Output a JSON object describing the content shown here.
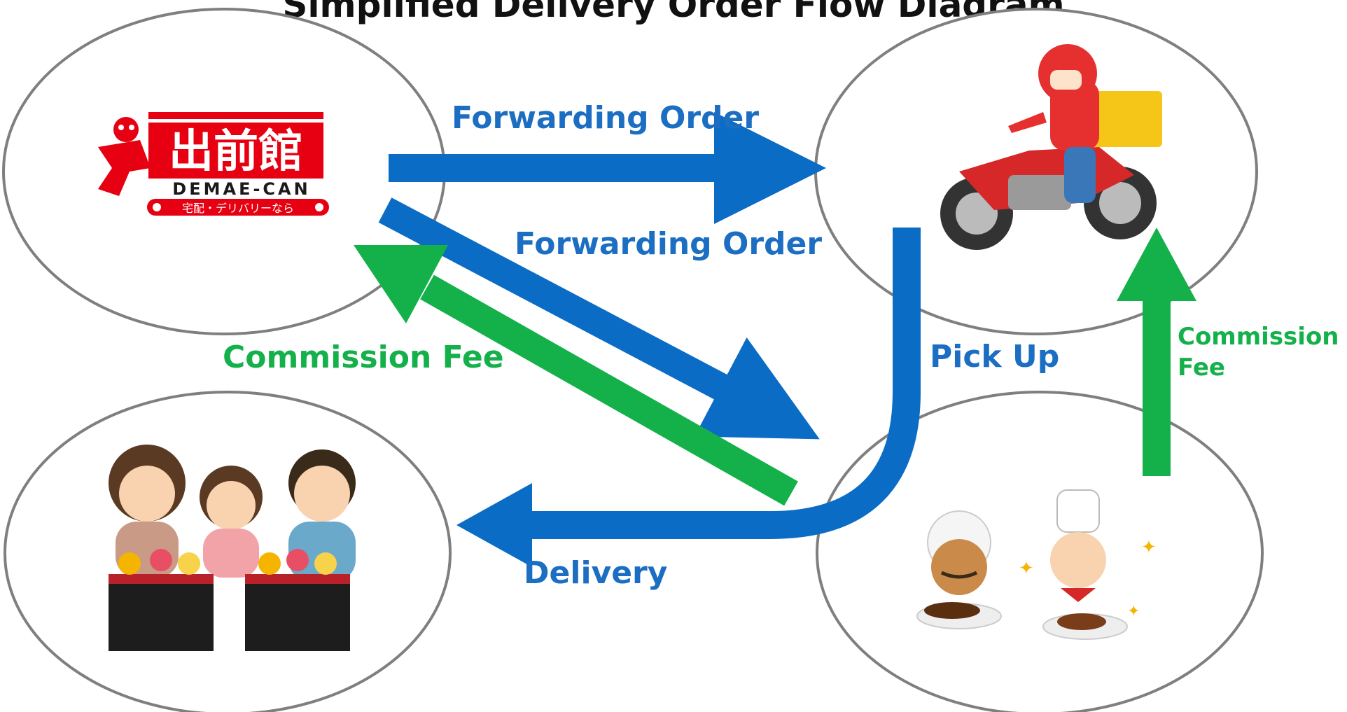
{
  "title": "Simplified Delivery Order Flow Diagram",
  "logo": {
    "main_text": "出前館",
    "sub_text": "DEMAE-CAN",
    "tagline": "宅配・デリバリーなら"
  },
  "labels": {
    "forwarding_order_top": "Forwarding Order",
    "forwarding_order_mid": "Forwarding Order",
    "commission_fee_left": "Commission Fee",
    "pick_up": "Pick Up",
    "commission_fee_right_line1": "Commission",
    "commission_fee_right_line2": "Fee",
    "delivery": "Delivery"
  },
  "colors": {
    "flow_blue": "#0a6cc4",
    "fee_green": "#14b14b",
    "brand_red": "#e60012",
    "ellipse_stroke": "#7f7f7f"
  },
  "nodes": [
    "demae-can-platform",
    "delivery-rider",
    "customers",
    "restaurant"
  ]
}
